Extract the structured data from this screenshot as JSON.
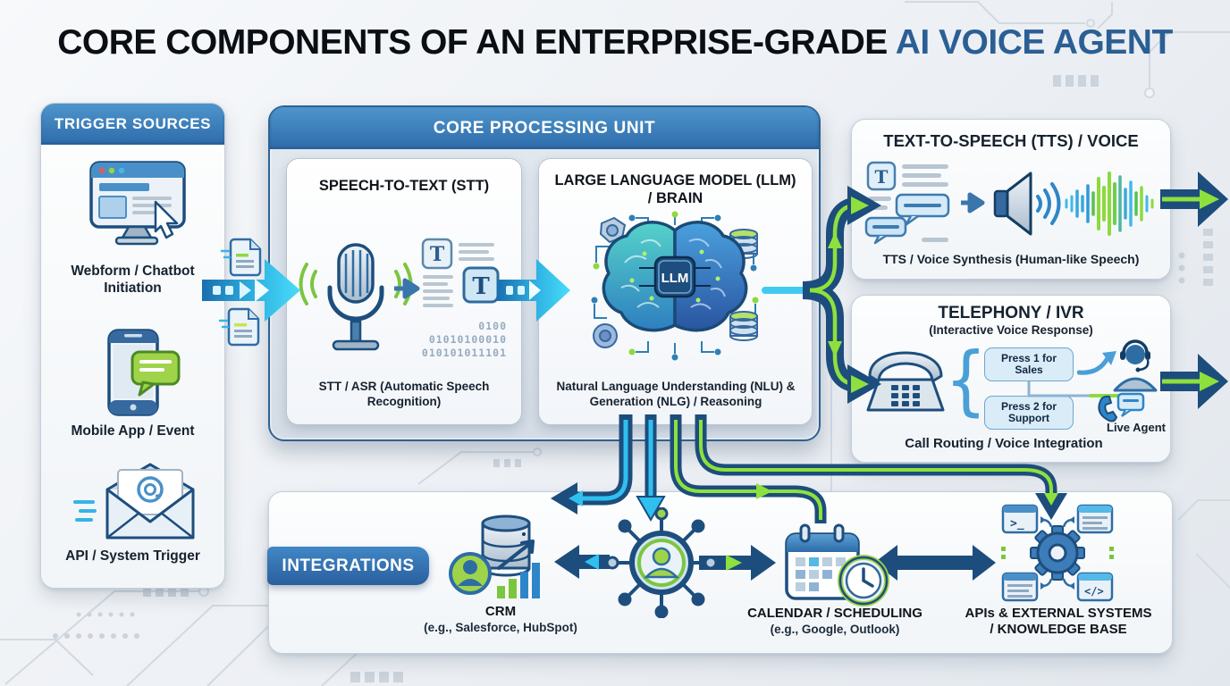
{
  "title": {
    "prefix": "CORE COMPONENTS OF AN ENTERPRISE-GRADE ",
    "highlight": "AI VOICE AGENT"
  },
  "trigger_panel": {
    "header": "TRIGGER SOURCES",
    "items": [
      {
        "label": "Webform / Chatbot Initiation"
      },
      {
        "label": "Mobile App / Event"
      },
      {
        "label": "API / System Trigger"
      }
    ]
  },
  "cpu_panel": {
    "header": "CORE PROCESSING UNIT",
    "stt": {
      "title": "SPEECH-TO-TEXT (STT)",
      "caption": "STT / ASR (Automatic Speech Recognition)",
      "t_glyph": "T",
      "binary": [
        "0100",
        "01010100010",
        "010101011101"
      ]
    },
    "llm": {
      "title": "LARGE LANGUAGE MODEL (LLM) / BRAIN",
      "chip_label": "LLM",
      "caption": "Natural Language Understanding (NLU) & Generation (NLG) / Reasoning"
    }
  },
  "tts_panel": {
    "title": "TEXT-TO-SPEECH (TTS) / VOICE",
    "t_glyph": "T",
    "caption": "TTS / Voice Synthesis (Human-like Speech)"
  },
  "ivr_panel": {
    "title": "TELEPHONY / IVR",
    "subtitle": "(Interactive Voice Response)",
    "brace": "{",
    "options": [
      {
        "label": "Press 1 for Sales"
      },
      {
        "label": "Press 2 for Support"
      }
    ],
    "agent_label": "Live Agent",
    "caption": "Call Routing / Voice Integration"
  },
  "integrations_panel": {
    "tab": "INTEGRATIONS",
    "items": [
      {
        "title": "CRM",
        "subtitle": "(e.g., Salesforce, HubSpot)"
      },
      {
        "title": "CALENDAR / SCHEDULING",
        "subtitle": "(e.g., Google, Outlook)"
      },
      {
        "title": "APIs & EXTERNAL SYSTEMS",
        "subtitle": "/ KNOWLEDGE BASE"
      }
    ],
    "terminal_glyph": ">_",
    "code_glyph": "</>"
  },
  "colors": {
    "accent_blue": "#2b5f94",
    "header_blue": "#3c80bd",
    "navy": "#1c4d7c",
    "cyan": "#35c8f0",
    "lime": "#8ee03c"
  }
}
